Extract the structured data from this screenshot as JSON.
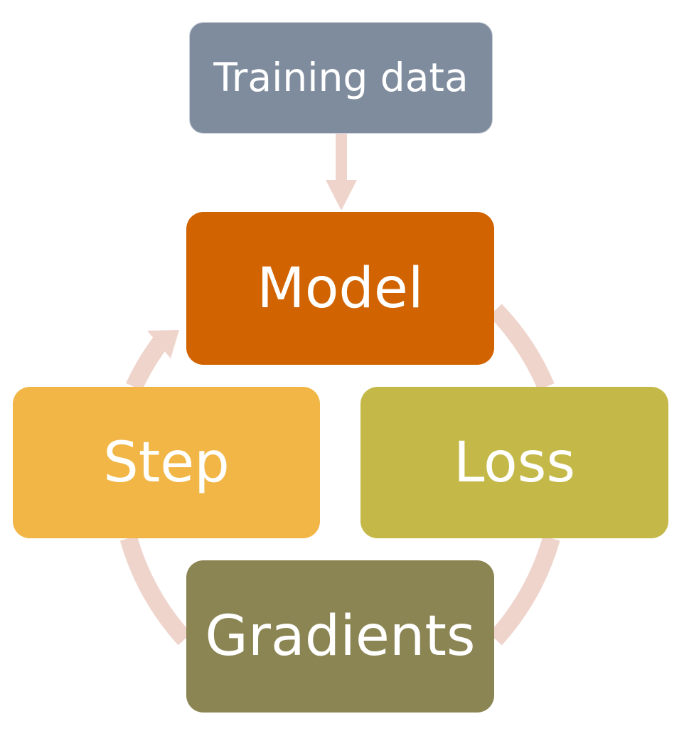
{
  "diagram": {
    "nodes": {
      "training_data": {
        "label": "Training data",
        "color": "#7f8c9e"
      },
      "model": {
        "label": "Model",
        "color": "#d16400"
      },
      "step": {
        "label": "Step",
        "color": "#f1b646"
      },
      "loss": {
        "label": "Loss",
        "color": "#c4b948"
      },
      "gradients": {
        "label": "Gradients",
        "color": "#8b8553"
      }
    },
    "connector_color": "#efd4cc",
    "flow": [
      "Training data",
      "Model",
      "Loss",
      "Gradients",
      "Step",
      "Model"
    ]
  }
}
